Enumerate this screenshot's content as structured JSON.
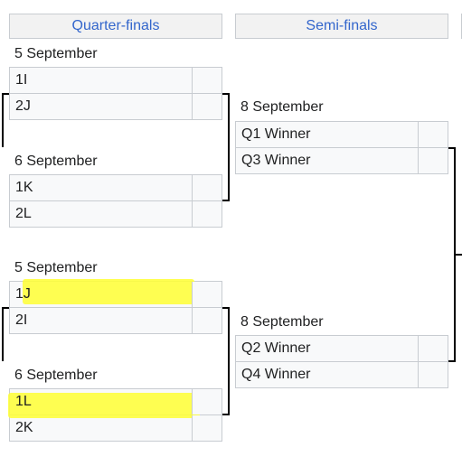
{
  "rounds": {
    "quarterfinals": "Quarter-finals",
    "semifinals": "Semi-finals"
  },
  "qf": [
    {
      "date": "5 September",
      "team1": "1I",
      "team2": "2J"
    },
    {
      "date": "6 September",
      "team1": "1K",
      "team2": "2L"
    },
    {
      "date": "5 September",
      "team1": "1J",
      "team2": "2I"
    },
    {
      "date": "6 September",
      "team1": "1L",
      "team2": "2K"
    }
  ],
  "sf": [
    {
      "date": "8 September",
      "team1": "Q1 Winner",
      "team2": "Q3 Winner"
    },
    {
      "date": "8 September",
      "team1": "Q2 Winner",
      "team2": "Q4 Winner"
    }
  ],
  "colors": {
    "header_text": "#3366cc",
    "highlight": "#ffff33",
    "border": "#c8ccd1",
    "cell_bg": "#f8f9fa"
  }
}
